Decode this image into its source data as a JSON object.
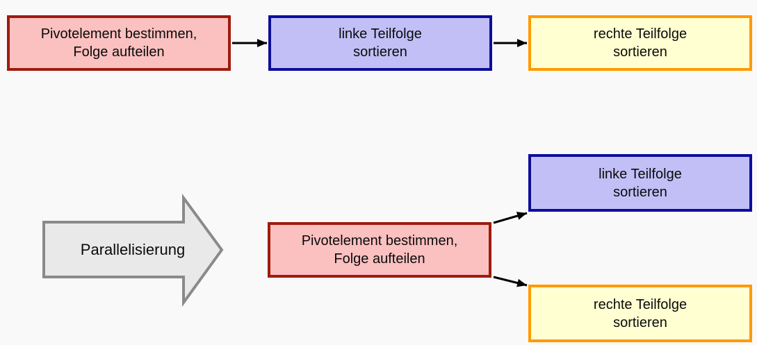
{
  "diagram": {
    "sequential": {
      "pivot": {
        "line1": "Pivotelement bestimmen,",
        "line2": "Folge aufteilen"
      },
      "left": {
        "line1": "linke Teilfolge",
        "line2": "sortieren"
      },
      "right": {
        "line1": "rechte Teilfolge",
        "line2": "sortieren"
      }
    },
    "transform_label": "Parallelisierung",
    "parallel": {
      "pivot": {
        "line1": "Pivotelement bestimmen,",
        "line2": "Folge aufteilen"
      },
      "left": {
        "line1": "linke Teilfolge",
        "line2": "sortieren"
      },
      "right": {
        "line1": "rechte Teilfolge",
        "line2": "sortieren"
      }
    }
  },
  "colors": {
    "background": "#f9f9f9",
    "text": "#0a0a0a",
    "arrow": "#000000",
    "pink_fill": "#fbc0c0",
    "pink_border": "#9e1b0e",
    "blue_fill": "#c2bff6",
    "blue_border": "#0d0d9c",
    "yellow_fill": "#ffffd2",
    "yellow_border": "#ff9a00",
    "gray_fill": "#e9e9e9",
    "gray_border": "#8a8a8a"
  }
}
